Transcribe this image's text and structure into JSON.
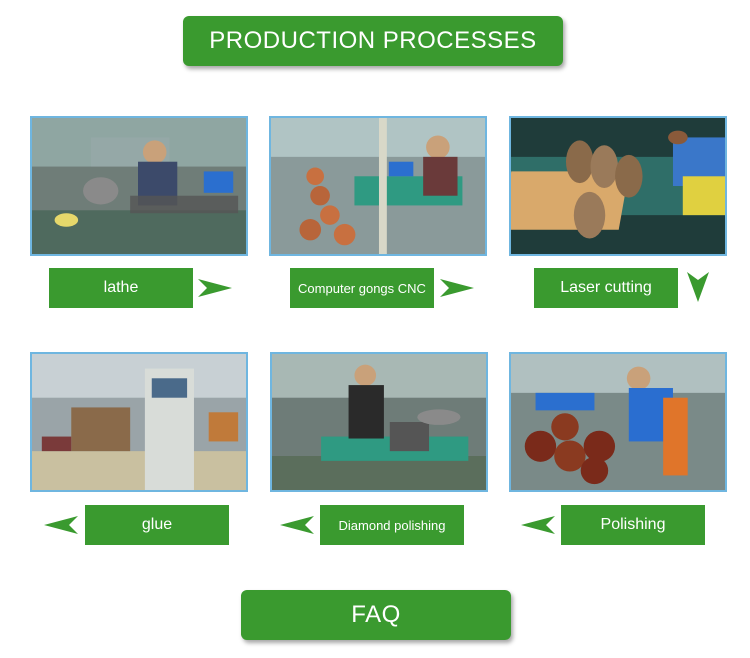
{
  "header": {
    "title": "PRODUCTION PROCESSES"
  },
  "steps": [
    {
      "label": "lathe"
    },
    {
      "label": "Computer gongs CNC"
    },
    {
      "label": "Laser cutting"
    },
    {
      "label": "glue"
    },
    {
      "label": "Diamond polishing"
    },
    {
      "label": "Polishing"
    }
  ],
  "footer": {
    "faq_label": "FAQ"
  },
  "colors": {
    "accent": "#3a9a2f",
    "photo_border": "#6fb6e0"
  }
}
